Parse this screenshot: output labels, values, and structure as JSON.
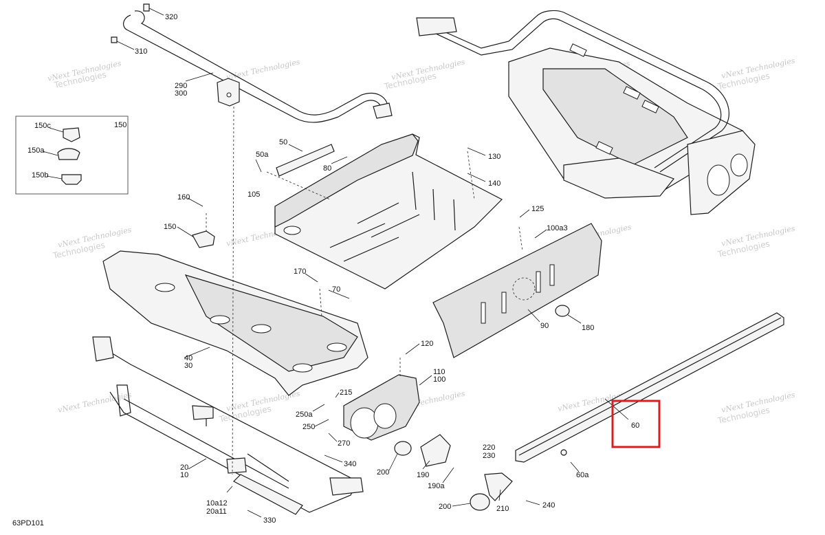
{
  "diagram": {
    "code": "63PD101",
    "callouts": {
      "c320": "320",
      "c310": "310",
      "c290": "290",
      "c300": "300",
      "c150": "150",
      "c150c": "150c",
      "c150a": "150a",
      "c150b": "150b",
      "c50": "50",
      "c50a": "50a",
      "c80": "80",
      "c130": "130",
      "c140": "140",
      "c105": "105",
      "c160": "160",
      "c150m": "150",
      "c125": "125",
      "c100a3": "100a3",
      "c170": "170",
      "c70": "70",
      "c90": "90",
      "c180": "180",
      "c40": "40",
      "c30": "30",
      "c120": "120",
      "c110": "110",
      "c100": "100",
      "c215": "215",
      "c250a": "250a",
      "c250": "250",
      "c270": "270",
      "c60": "60",
      "c60a": "60a",
      "c220": "220",
      "c230": "230",
      "c340": "340",
      "c200a": "200",
      "c190": "190",
      "c190a": "190a",
      "c200b": "200",
      "c210": "210",
      "c240": "240",
      "c20": "20",
      "c10": "10",
      "c10a12": "10a12",
      "c20a11": "20a11",
      "c330": "330"
    },
    "watermark": {
      "line1": "vNext Technologies",
      "line2": "vNext",
      "line3": "Technologies"
    },
    "highlight_color": "#d42020"
  }
}
